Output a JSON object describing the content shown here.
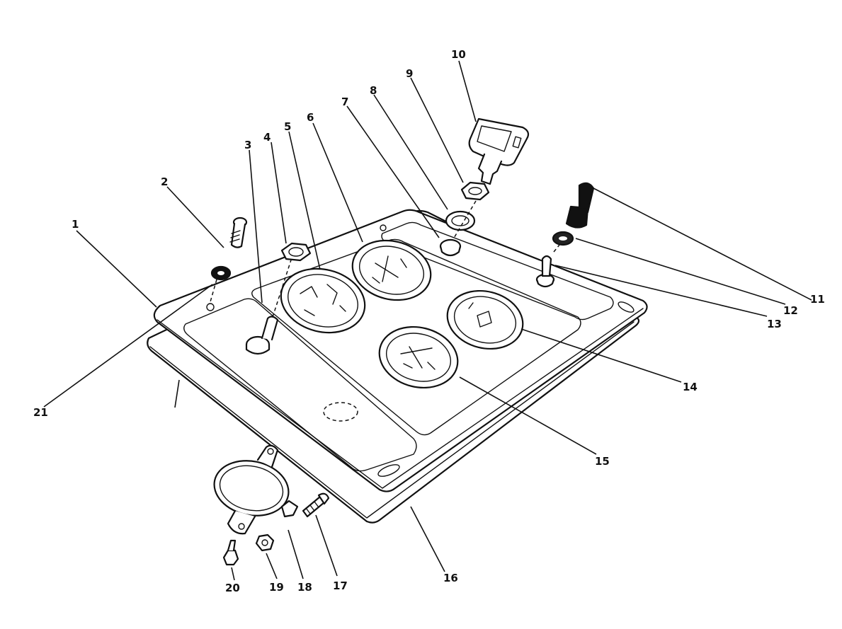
{
  "callouts": [
    {
      "n": "1"
    },
    {
      "n": "2"
    },
    {
      "n": "3"
    },
    {
      "n": "4"
    },
    {
      "n": "5"
    },
    {
      "n": "6"
    },
    {
      "n": "7"
    },
    {
      "n": "8"
    },
    {
      "n": "9"
    },
    {
      "n": "10"
    },
    {
      "n": "11"
    },
    {
      "n": "12"
    },
    {
      "n": "13"
    },
    {
      "n": "14"
    },
    {
      "n": "15"
    },
    {
      "n": "16"
    },
    {
      "n": "17"
    },
    {
      "n": "18"
    },
    {
      "n": "19"
    },
    {
      "n": "20"
    },
    {
      "n": "21"
    }
  ]
}
